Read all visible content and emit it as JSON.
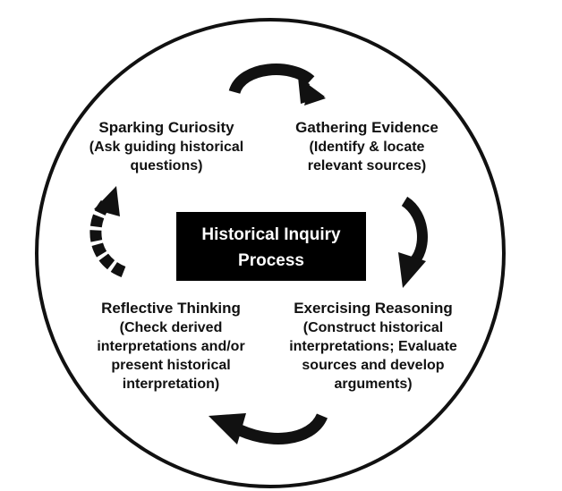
{
  "center": {
    "line1": "Historical Inquiry",
    "line2": "Process"
  },
  "stages": {
    "sparking": {
      "title": "Sparking Curiosity",
      "desc": [
        "(Ask guiding historical",
        "questions)"
      ]
    },
    "gathering": {
      "title": "Gathering Evidence",
      "desc": [
        "(Identify & locate",
        "relevant sources)"
      ]
    },
    "exercising": {
      "title": "Exercising Reasoning",
      "desc": [
        "(Construct historical",
        "interpretations; Evaluate",
        "sources and develop",
        "arguments)"
      ]
    },
    "reflective": {
      "title": "Reflective Thinking",
      "desc": [
        "(Check derived",
        "interpretations and/or",
        "present historical",
        "interpretation)"
      ]
    }
  },
  "colors": {
    "ink": "#111111",
    "background": "#ffffff",
    "center_box": "#000000",
    "center_text": "#ffffff"
  },
  "icons": {
    "top_arrow": "curved-arrow-clockwise-icon",
    "right_arrow": "curved-arrow-clockwise-icon",
    "bottom_arrow": "curved-arrow-clockwise-icon",
    "left_arrow": "dashed-curved-arrow-icon"
  }
}
